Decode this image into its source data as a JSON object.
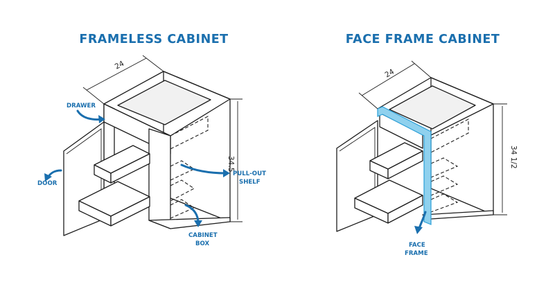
{
  "titles": {
    "left": "FRAMELESS CABINET",
    "right": "FACE FRAME CABINET"
  },
  "dimensions": {
    "left_width": "24",
    "left_height": "34.5",
    "right_width": "24",
    "right_height": "34 1/2"
  },
  "callouts": {
    "drawer": "DRAWER",
    "door": "DOOR",
    "pullout_line1": "PULL-OUT",
    "pullout_line2": "SHELF",
    "box_line1": "CABINET",
    "box_line2": "BOX",
    "face_line1": "FACE",
    "face_line2": "FRAME"
  },
  "colors": {
    "accent": "#1a6fae",
    "face_frame_fill": "#8fd1ee"
  }
}
